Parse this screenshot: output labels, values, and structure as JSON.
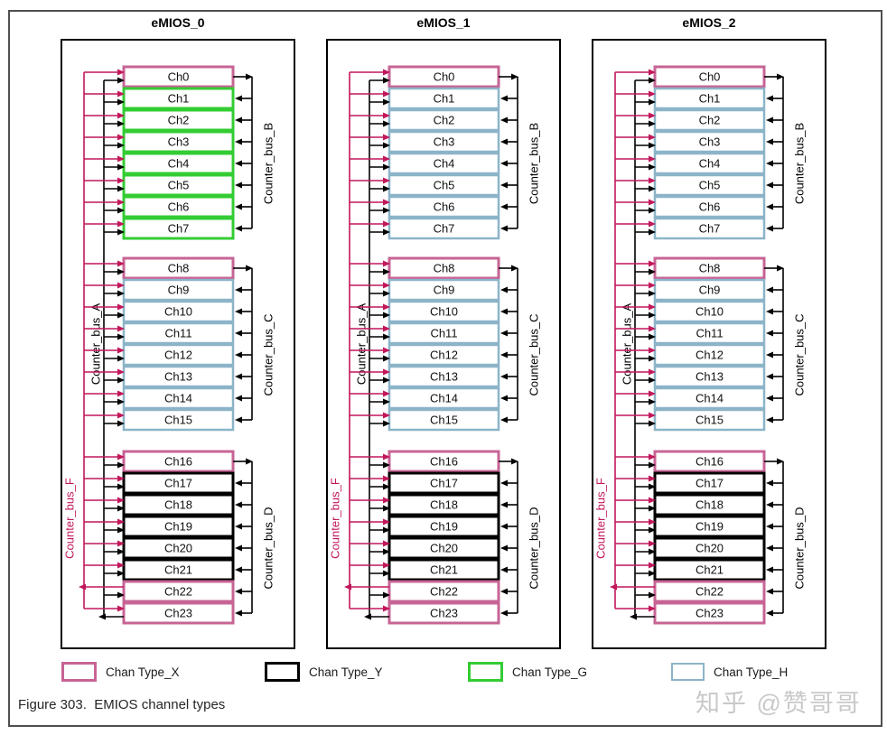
{
  "figure": {
    "caption": "Figure 303.  EMIOS channel types",
    "watermark": "知乎 @赞哥哥"
  },
  "colors": {
    "X": "#c76495",
    "Y": "#000000",
    "G": "#33cc33",
    "H": "#8cb4c8",
    "arrow_pink": "#c2175b",
    "arrow_black": "#000000",
    "frame": "#4f4f4f"
  },
  "legend": [
    {
      "label": "Chan Type_X",
      "type": "X"
    },
    {
      "label": "Chan Type_Y",
      "type": "Y"
    },
    {
      "label": "Chan Type_G",
      "type": "G"
    },
    {
      "label": "Chan Type_H",
      "type": "H"
    }
  ],
  "blocks": [
    {
      "title": "eMIOS_0",
      "left_bus_a": "Counter_bus_A",
      "left_bus_f": "Counter_bus_F",
      "groups": [
        {
          "right_bus": "Counter_bus_B",
          "channels": [
            {
              "name": "Ch0",
              "type": "X",
              "right": "out"
            },
            {
              "name": "Ch1",
              "type": "G"
            },
            {
              "name": "Ch2",
              "type": "G"
            },
            {
              "name": "Ch3",
              "type": "G"
            },
            {
              "name": "Ch4",
              "type": "G"
            },
            {
              "name": "Ch5",
              "type": "G"
            },
            {
              "name": "Ch6",
              "type": "G"
            },
            {
              "name": "Ch7",
              "type": "G"
            }
          ]
        },
        {
          "right_bus": "Counter_bus_C",
          "channels": [
            {
              "name": "Ch8",
              "type": "X",
              "right": "out"
            },
            {
              "name": "Ch9",
              "type": "H"
            },
            {
              "name": "Ch10",
              "type": "H"
            },
            {
              "name": "Ch11",
              "type": "H"
            },
            {
              "name": "Ch12",
              "type": "H"
            },
            {
              "name": "Ch13",
              "type": "H"
            },
            {
              "name": "Ch14",
              "type": "H"
            },
            {
              "name": "Ch15",
              "type": "H"
            }
          ]
        },
        {
          "right_bus": "Counter_bus_D",
          "channels": [
            {
              "name": "Ch16",
              "type": "X",
              "right": "out"
            },
            {
              "name": "Ch17",
              "type": "Y"
            },
            {
              "name": "Ch18",
              "type": "Y"
            },
            {
              "name": "Ch19",
              "type": "Y"
            },
            {
              "name": "Ch20",
              "type": "Y"
            },
            {
              "name": "Ch21",
              "type": "Y"
            },
            {
              "name": "Ch22",
              "type": "X",
              "pink": "out"
            },
            {
              "name": "Ch23",
              "type": "X",
              "black": "out"
            }
          ]
        }
      ]
    },
    {
      "title": "eMIOS_1",
      "left_bus_a": "Counter_bus_A",
      "left_bus_f": "Counter_bus_F",
      "groups": [
        {
          "right_bus": "Counter_bus_B",
          "channels": [
            {
              "name": "Ch0",
              "type": "X",
              "right": "out"
            },
            {
              "name": "Ch1",
              "type": "H"
            },
            {
              "name": "Ch2",
              "type": "H"
            },
            {
              "name": "Ch3",
              "type": "H"
            },
            {
              "name": "Ch4",
              "type": "H"
            },
            {
              "name": "Ch5",
              "type": "H"
            },
            {
              "name": "Ch6",
              "type": "H"
            },
            {
              "name": "Ch7",
              "type": "H"
            }
          ]
        },
        {
          "right_bus": "Counter_bus_C",
          "channels": [
            {
              "name": "Ch8",
              "type": "X",
              "right": "out"
            },
            {
              "name": "Ch9",
              "type": "H"
            },
            {
              "name": "Ch10",
              "type": "H"
            },
            {
              "name": "Ch11",
              "type": "H"
            },
            {
              "name": "Ch12",
              "type": "H"
            },
            {
              "name": "Ch13",
              "type": "H"
            },
            {
              "name": "Ch14",
              "type": "H"
            },
            {
              "name": "Ch15",
              "type": "H"
            }
          ]
        },
        {
          "right_bus": "Counter_bus_D",
          "channels": [
            {
              "name": "Ch16",
              "type": "X",
              "right": "out"
            },
            {
              "name": "Ch17",
              "type": "Y"
            },
            {
              "name": "Ch18",
              "type": "Y"
            },
            {
              "name": "Ch19",
              "type": "Y"
            },
            {
              "name": "Ch20",
              "type": "Y"
            },
            {
              "name": "Ch21",
              "type": "Y"
            },
            {
              "name": "Ch22",
              "type": "X",
              "pink": "out"
            },
            {
              "name": "Ch23",
              "type": "X",
              "black": "out"
            }
          ]
        }
      ]
    },
    {
      "title": "eMIOS_2",
      "left_bus_a": "Counter_bus_A",
      "left_bus_f": "Counter_bus_F",
      "groups": [
        {
          "right_bus": "Counter_bus_B",
          "channels": [
            {
              "name": "Ch0",
              "type": "X",
              "right": "out"
            },
            {
              "name": "Ch1",
              "type": "H"
            },
            {
              "name": "Ch2",
              "type": "H"
            },
            {
              "name": "Ch3",
              "type": "H"
            },
            {
              "name": "Ch4",
              "type": "H"
            },
            {
              "name": "Ch5",
              "type": "H"
            },
            {
              "name": "Ch6",
              "type": "H"
            },
            {
              "name": "Ch7",
              "type": "H"
            }
          ]
        },
        {
          "right_bus": "Counter_bus_C",
          "channels": [
            {
              "name": "Ch8",
              "type": "X",
              "right": "out"
            },
            {
              "name": "Ch9",
              "type": "H"
            },
            {
              "name": "Ch10",
              "type": "H"
            },
            {
              "name": "Ch11",
              "type": "H"
            },
            {
              "name": "Ch12",
              "type": "H"
            },
            {
              "name": "Ch13",
              "type": "H"
            },
            {
              "name": "Ch14",
              "type": "H"
            },
            {
              "name": "Ch15",
              "type": "H"
            }
          ]
        },
        {
          "right_bus": "Counter_bus_D",
          "channels": [
            {
              "name": "Ch16",
              "type": "X",
              "right": "out"
            },
            {
              "name": "Ch17",
              "type": "Y"
            },
            {
              "name": "Ch18",
              "type": "Y"
            },
            {
              "name": "Ch19",
              "type": "Y"
            },
            {
              "name": "Ch20",
              "type": "Y"
            },
            {
              "name": "Ch21",
              "type": "Y"
            },
            {
              "name": "Ch22",
              "type": "X",
              "pink": "out"
            },
            {
              "name": "Ch23",
              "type": "X",
              "black": "out"
            }
          ]
        }
      ]
    }
  ]
}
